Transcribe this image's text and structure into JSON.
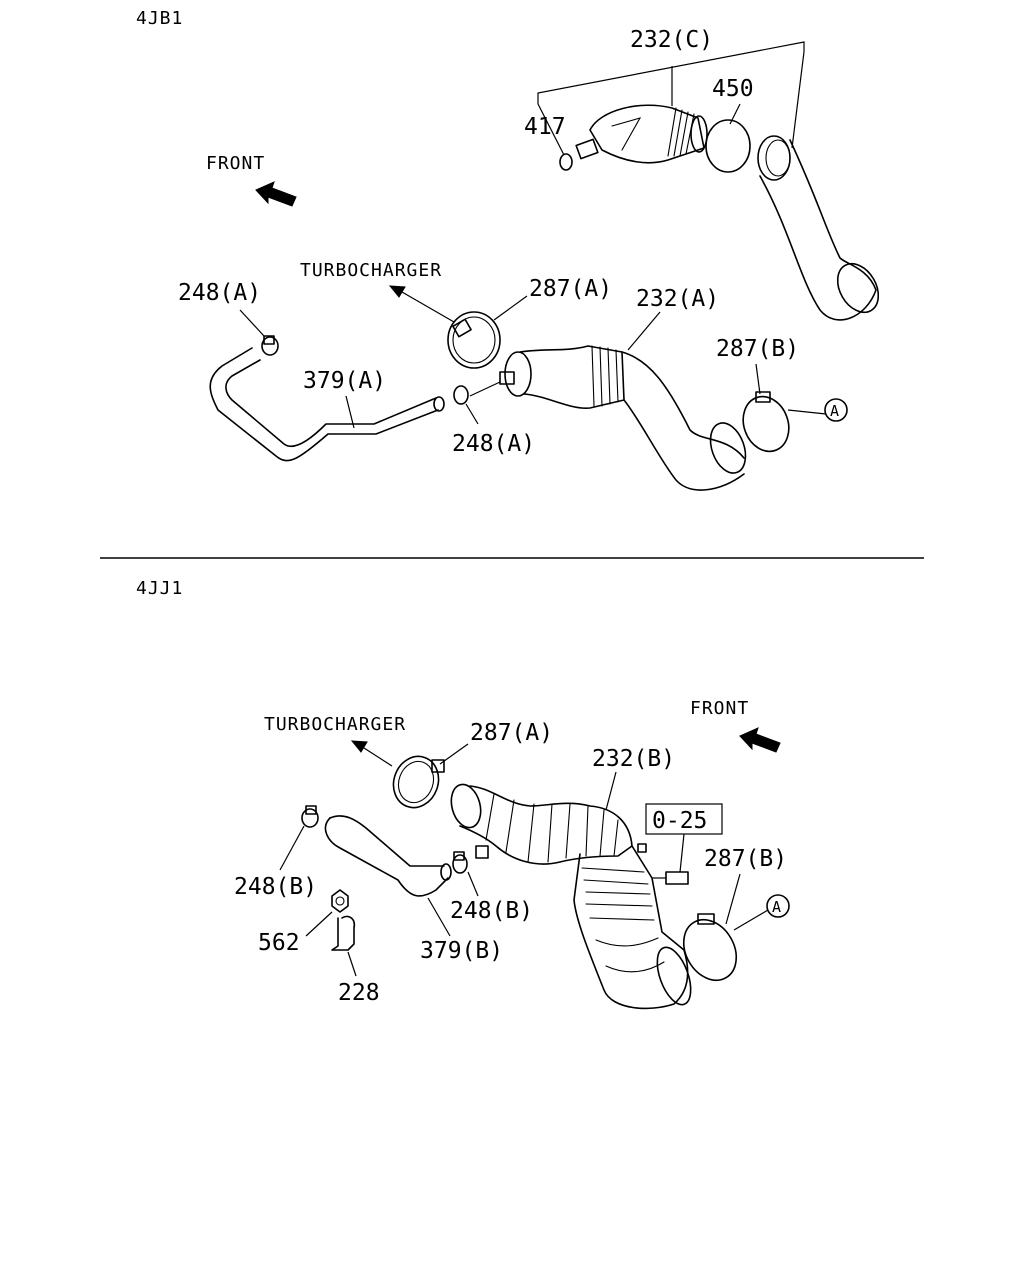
{
  "sections": [
    {
      "id": "4jb1",
      "title": "4JB1",
      "labels": {
        "front": "FRONT",
        "turbocharger": "TURBOCHARGER",
        "p232c": "232(C)",
        "p450": "450",
        "p417": "417",
        "p248a_top": "248(A)",
        "p287a": "287(A)",
        "p232a": "232(A)",
        "p287b": "287(B)",
        "p379a": "379(A)",
        "p248a_bottom": "248(A)",
        "ref_a": "A"
      }
    },
    {
      "id": "4jj1",
      "title": "4JJ1",
      "labels": {
        "front": "FRONT",
        "turbocharger": "TURBOCHARGER",
        "p287a": "287(A)",
        "p232b": "232(B)",
        "p025": "0-25",
        "p287b": "287(B)",
        "p248b_left": "248(B)",
        "p248b_right": "248(B)",
        "p562": "562",
        "p379b": "379(B)",
        "p228": "228",
        "ref_a": "A"
      }
    }
  ]
}
